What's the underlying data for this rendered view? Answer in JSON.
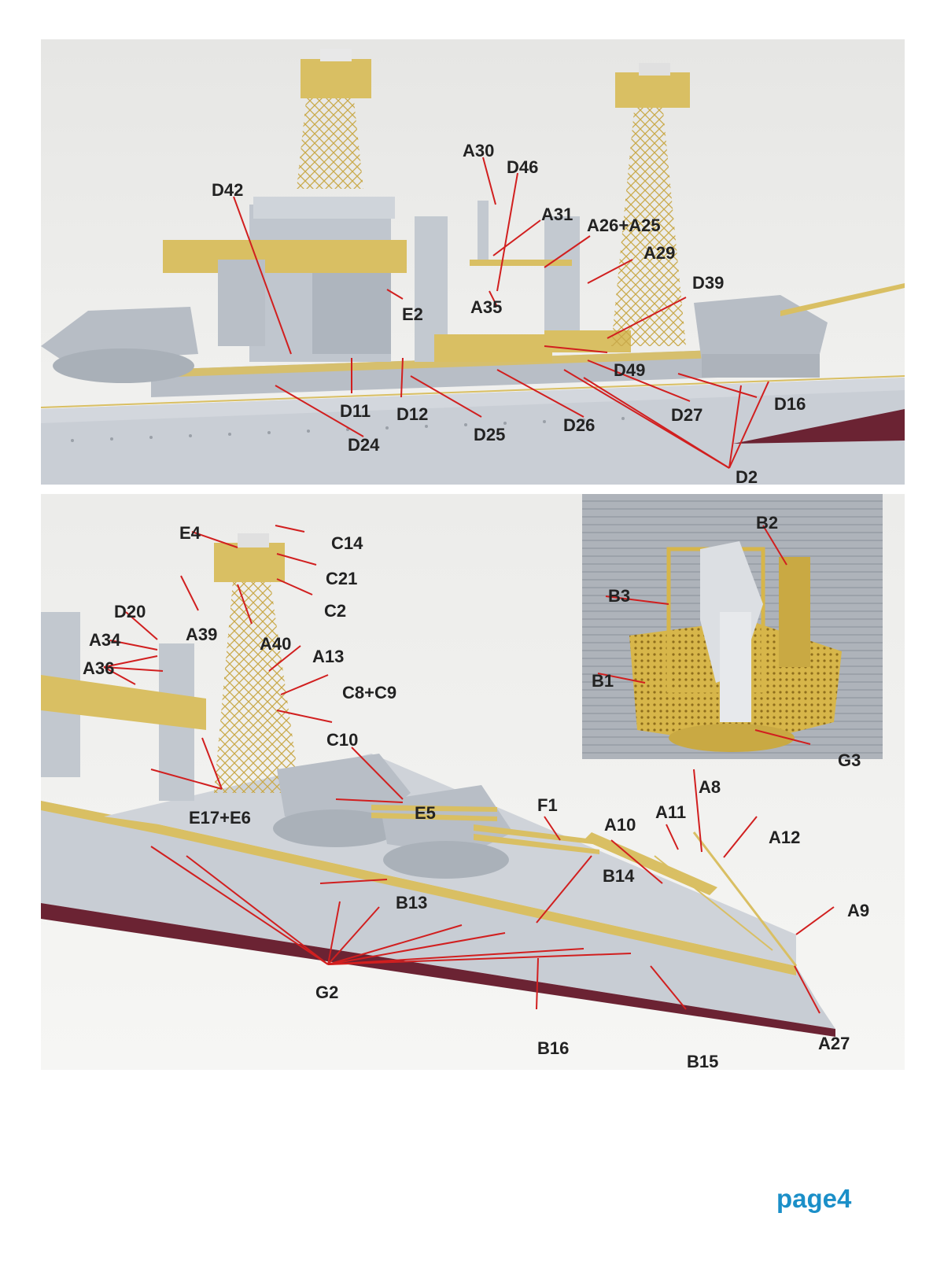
{
  "colors": {
    "leader": "#d11f1f",
    "hull": "#c5cad1",
    "brass": "#d9bf63",
    "accent": "#1b8fc8",
    "waterline": "#6b2333"
  },
  "photos": {
    "top": {
      "labels": [
        "A30",
        "D46",
        "D42",
        "A31",
        "A26+A25",
        "A29",
        "D39",
        "E2",
        "A35",
        "D49",
        "D11",
        "D12",
        "D25",
        "D26",
        "D27",
        "D16",
        "D24",
        "D2"
      ]
    },
    "bottom": {
      "labels": [
        "E4",
        "C14",
        "C21",
        "C2",
        "D20",
        "A39",
        "A40",
        "A34",
        "A13",
        "A36",
        "C8+C9",
        "C10",
        "E5",
        "E17+E6",
        "F1",
        "A10",
        "A11",
        "A8",
        "A12",
        "B14",
        "B13",
        "A9",
        "G2",
        "B16",
        "B15",
        "A27"
      ]
    },
    "inset": {
      "labels": [
        "B2",
        "B3",
        "B1",
        "G3"
      ]
    }
  },
  "footer": {
    "page": "page4"
  }
}
